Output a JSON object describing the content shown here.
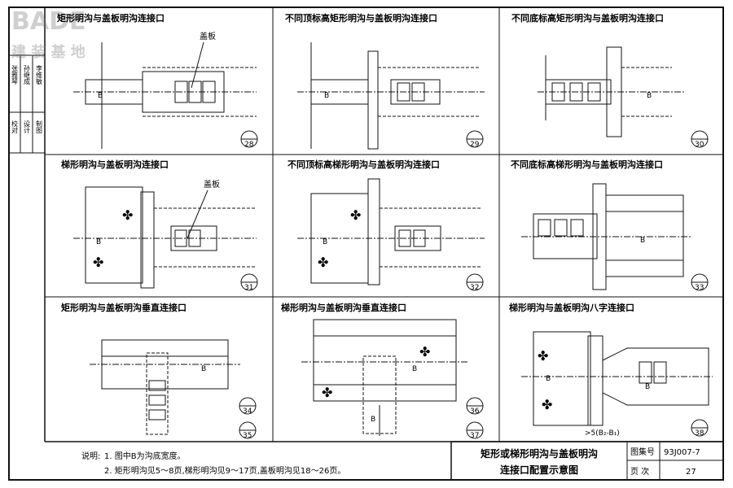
{
  "watermark": {
    "logo": "BADE",
    "subtitle": "建 装 基 地"
  },
  "side_block": {
    "roles": [
      "校对",
      "设计",
      "制图"
    ],
    "names": [
      "张雅琴",
      "孙继成",
      "李维敏"
    ]
  },
  "panels": [
    {
      "title": "矩形明沟与盖板明沟连接口",
      "label": "盖板",
      "dim": "B",
      "nums": [
        "28"
      ]
    },
    {
      "title": "不同顶标高矩形明沟与盖板明沟连接口",
      "dim": "B",
      "nums": [
        "29"
      ]
    },
    {
      "title": "不同底标高矩形明沟与盖板明沟连接口",
      "dim": "B",
      "nums": [
        "30"
      ]
    },
    {
      "title": "梯形明沟与盖板明沟连接口",
      "label": "盖板",
      "dim": "B",
      "nums": [
        "31"
      ]
    },
    {
      "title": "不同顶标高梯形明沟与盖板明沟连接口",
      "dim": "B",
      "nums": [
        "32"
      ]
    },
    {
      "title": "不同底标高梯形明沟与盖板明沟连接口",
      "dim": "B",
      "nums": [
        "33"
      ]
    },
    {
      "title": "矩形明沟与盖板明沟垂直连接口",
      "dim": "B",
      "nums": [
        "34",
        "35"
      ]
    },
    {
      "title": "梯形明沟与盖板明沟垂直连接口",
      "dim": "B",
      "nums": [
        "36",
        "37"
      ]
    },
    {
      "title": "梯形明沟与盖板明沟八字连接口",
      "dim": "B",
      "nums": [
        "38"
      ],
      "formula": ">5(B₂-B₁)"
    }
  ],
  "notes": {
    "heading": "说明:",
    "lines": [
      "1. 图中B为沟底宽度。",
      "2. 矩形明沟见5～8页,梯形明沟见9～17页,盖板明沟见18～26页。"
    ]
  },
  "title_block": {
    "title_line1": "矩形或梯形明沟与盖板明沟",
    "title_line2": "连接口配置示意图",
    "atlas_label": "图集号",
    "atlas_value": "93J007-7",
    "page_label": "页  次",
    "page_value": "27"
  }
}
